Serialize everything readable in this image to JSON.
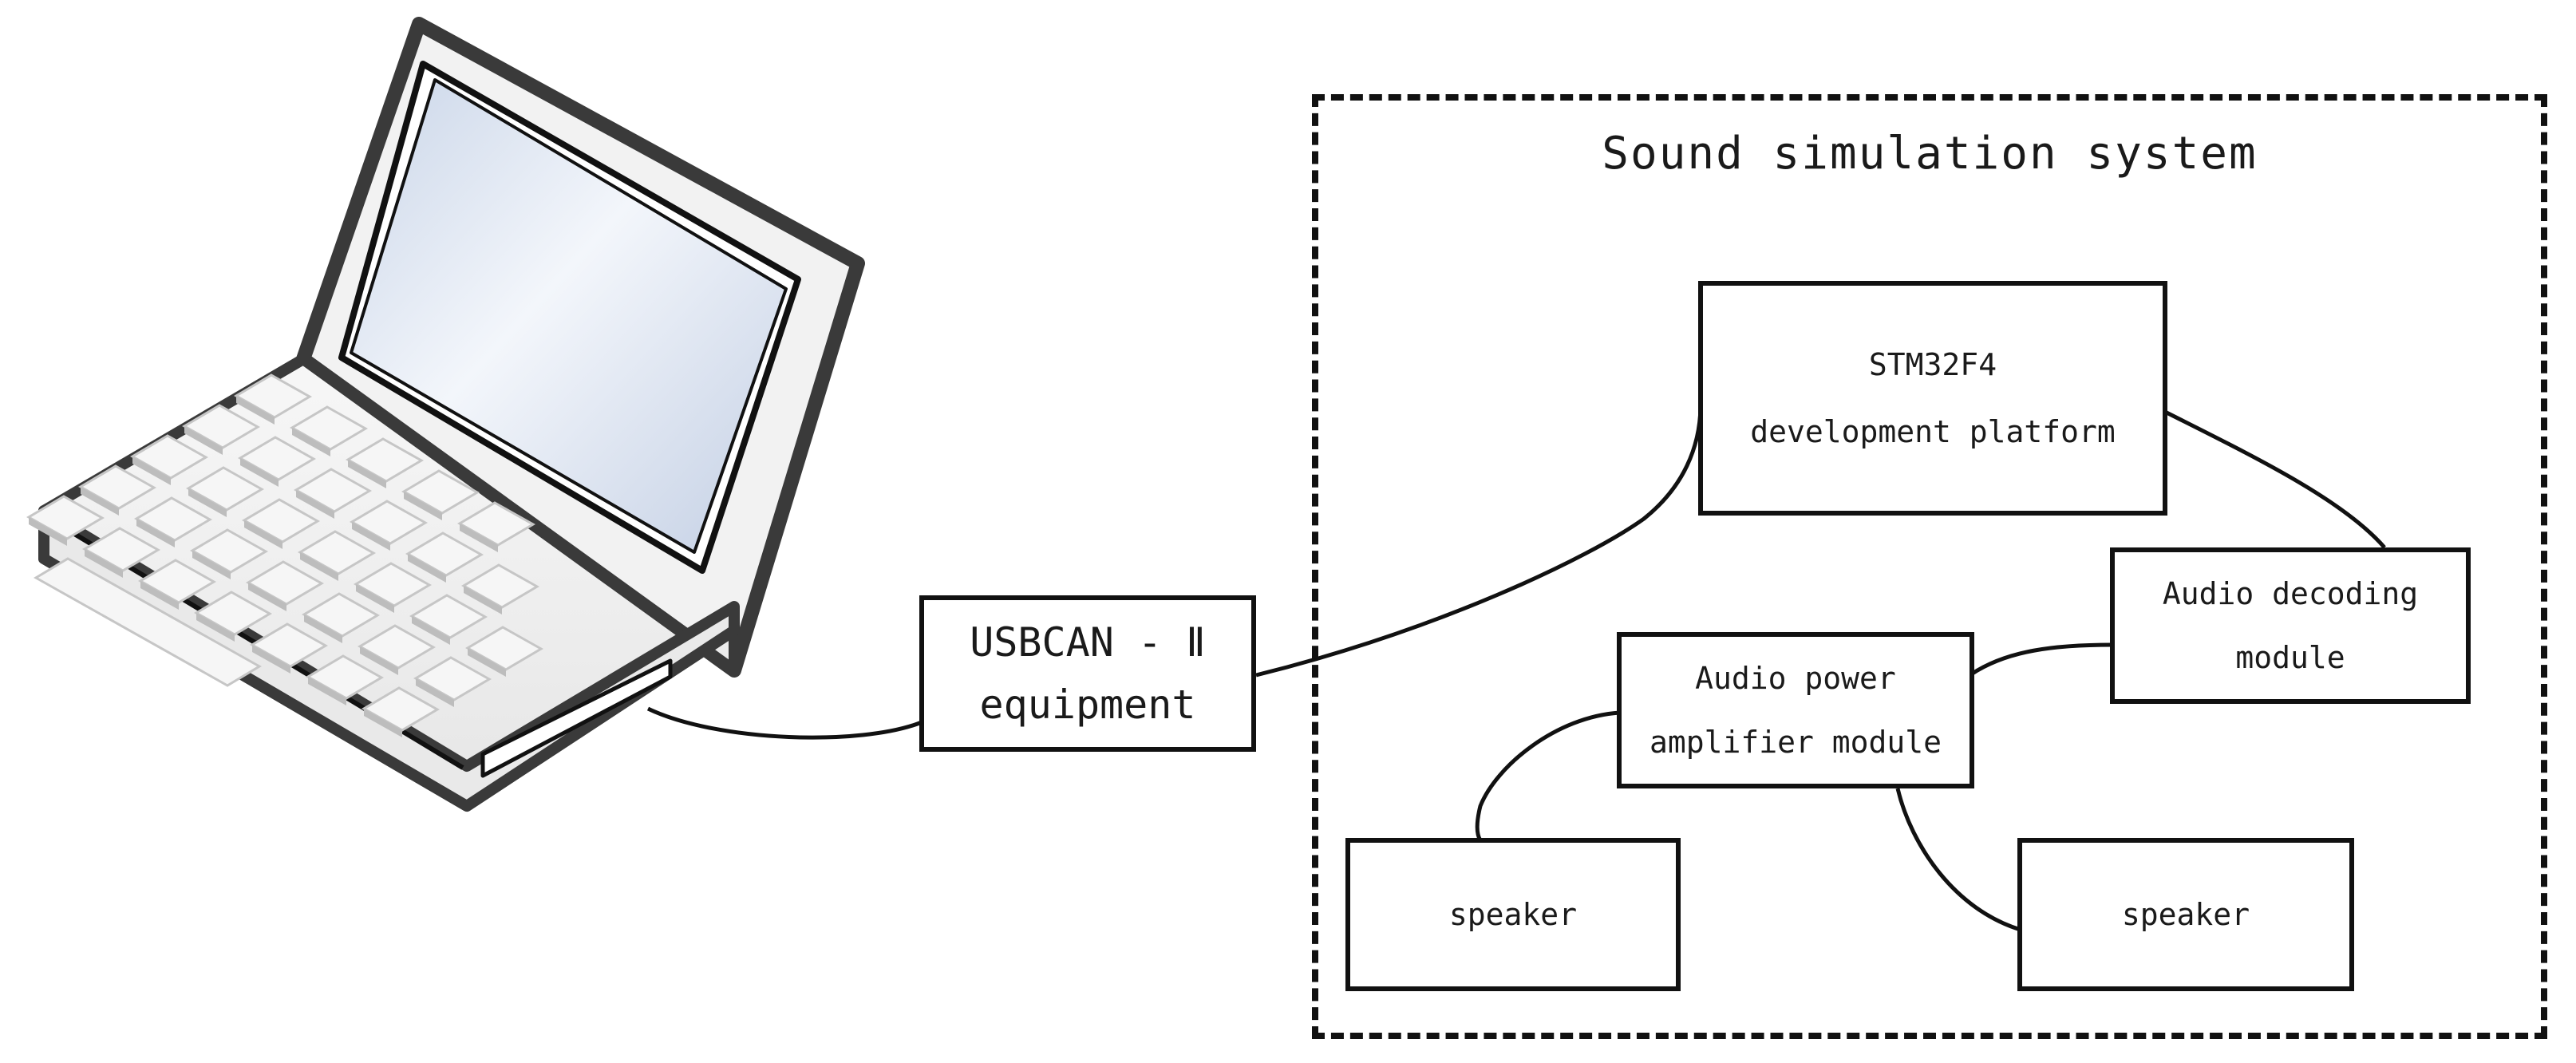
{
  "diagram": {
    "system_title": "Sound simulation system",
    "usbcan": {
      "line1": "USBCAN - Ⅱ",
      "line2": "equipment"
    },
    "stm32": {
      "line1": "STM32F4",
      "line2": "development platform"
    },
    "decoder": {
      "line1": "Audio decoding",
      "line2": "module"
    },
    "amplifier": {
      "line1": "Audio power",
      "line2": "amplifier module"
    },
    "speaker_left": {
      "label": "speaker"
    },
    "speaker_right": {
      "label": "speaker"
    },
    "laptop_icon": "laptop-icon"
  },
  "colors": {
    "stroke": "#111111",
    "screen_light": "#f4f7fc",
    "screen_dark": "#c7d3e6",
    "laptop_body": "#f2f2f2",
    "key_face": "#e8e8e8"
  }
}
